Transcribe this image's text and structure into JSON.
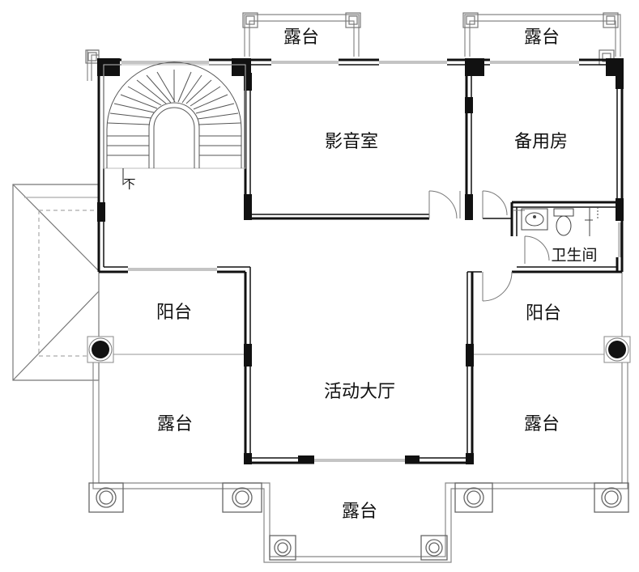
{
  "rooms": {
    "terrace_top_left": "露台",
    "terrace_top_right": "露台",
    "av_room": "影音室",
    "spare_room": "备用房",
    "bathroom": "卫生间",
    "stair_down": "下",
    "balcony_left": "阳台",
    "balcony_right": "阳台",
    "living_hall": "活动大厅",
    "terrace_left": "露台",
    "terrace_right": "露台",
    "terrace_bottom": "露台"
  },
  "colors": {
    "wall": "#111111",
    "line": "#555555",
    "light_line": "#9a9a9a",
    "background": "#ffffff"
  },
  "icons": [
    "column-icon",
    "spiral-stair-icon",
    "toilet-icon",
    "sink-icon",
    "door-swing-icon"
  ]
}
